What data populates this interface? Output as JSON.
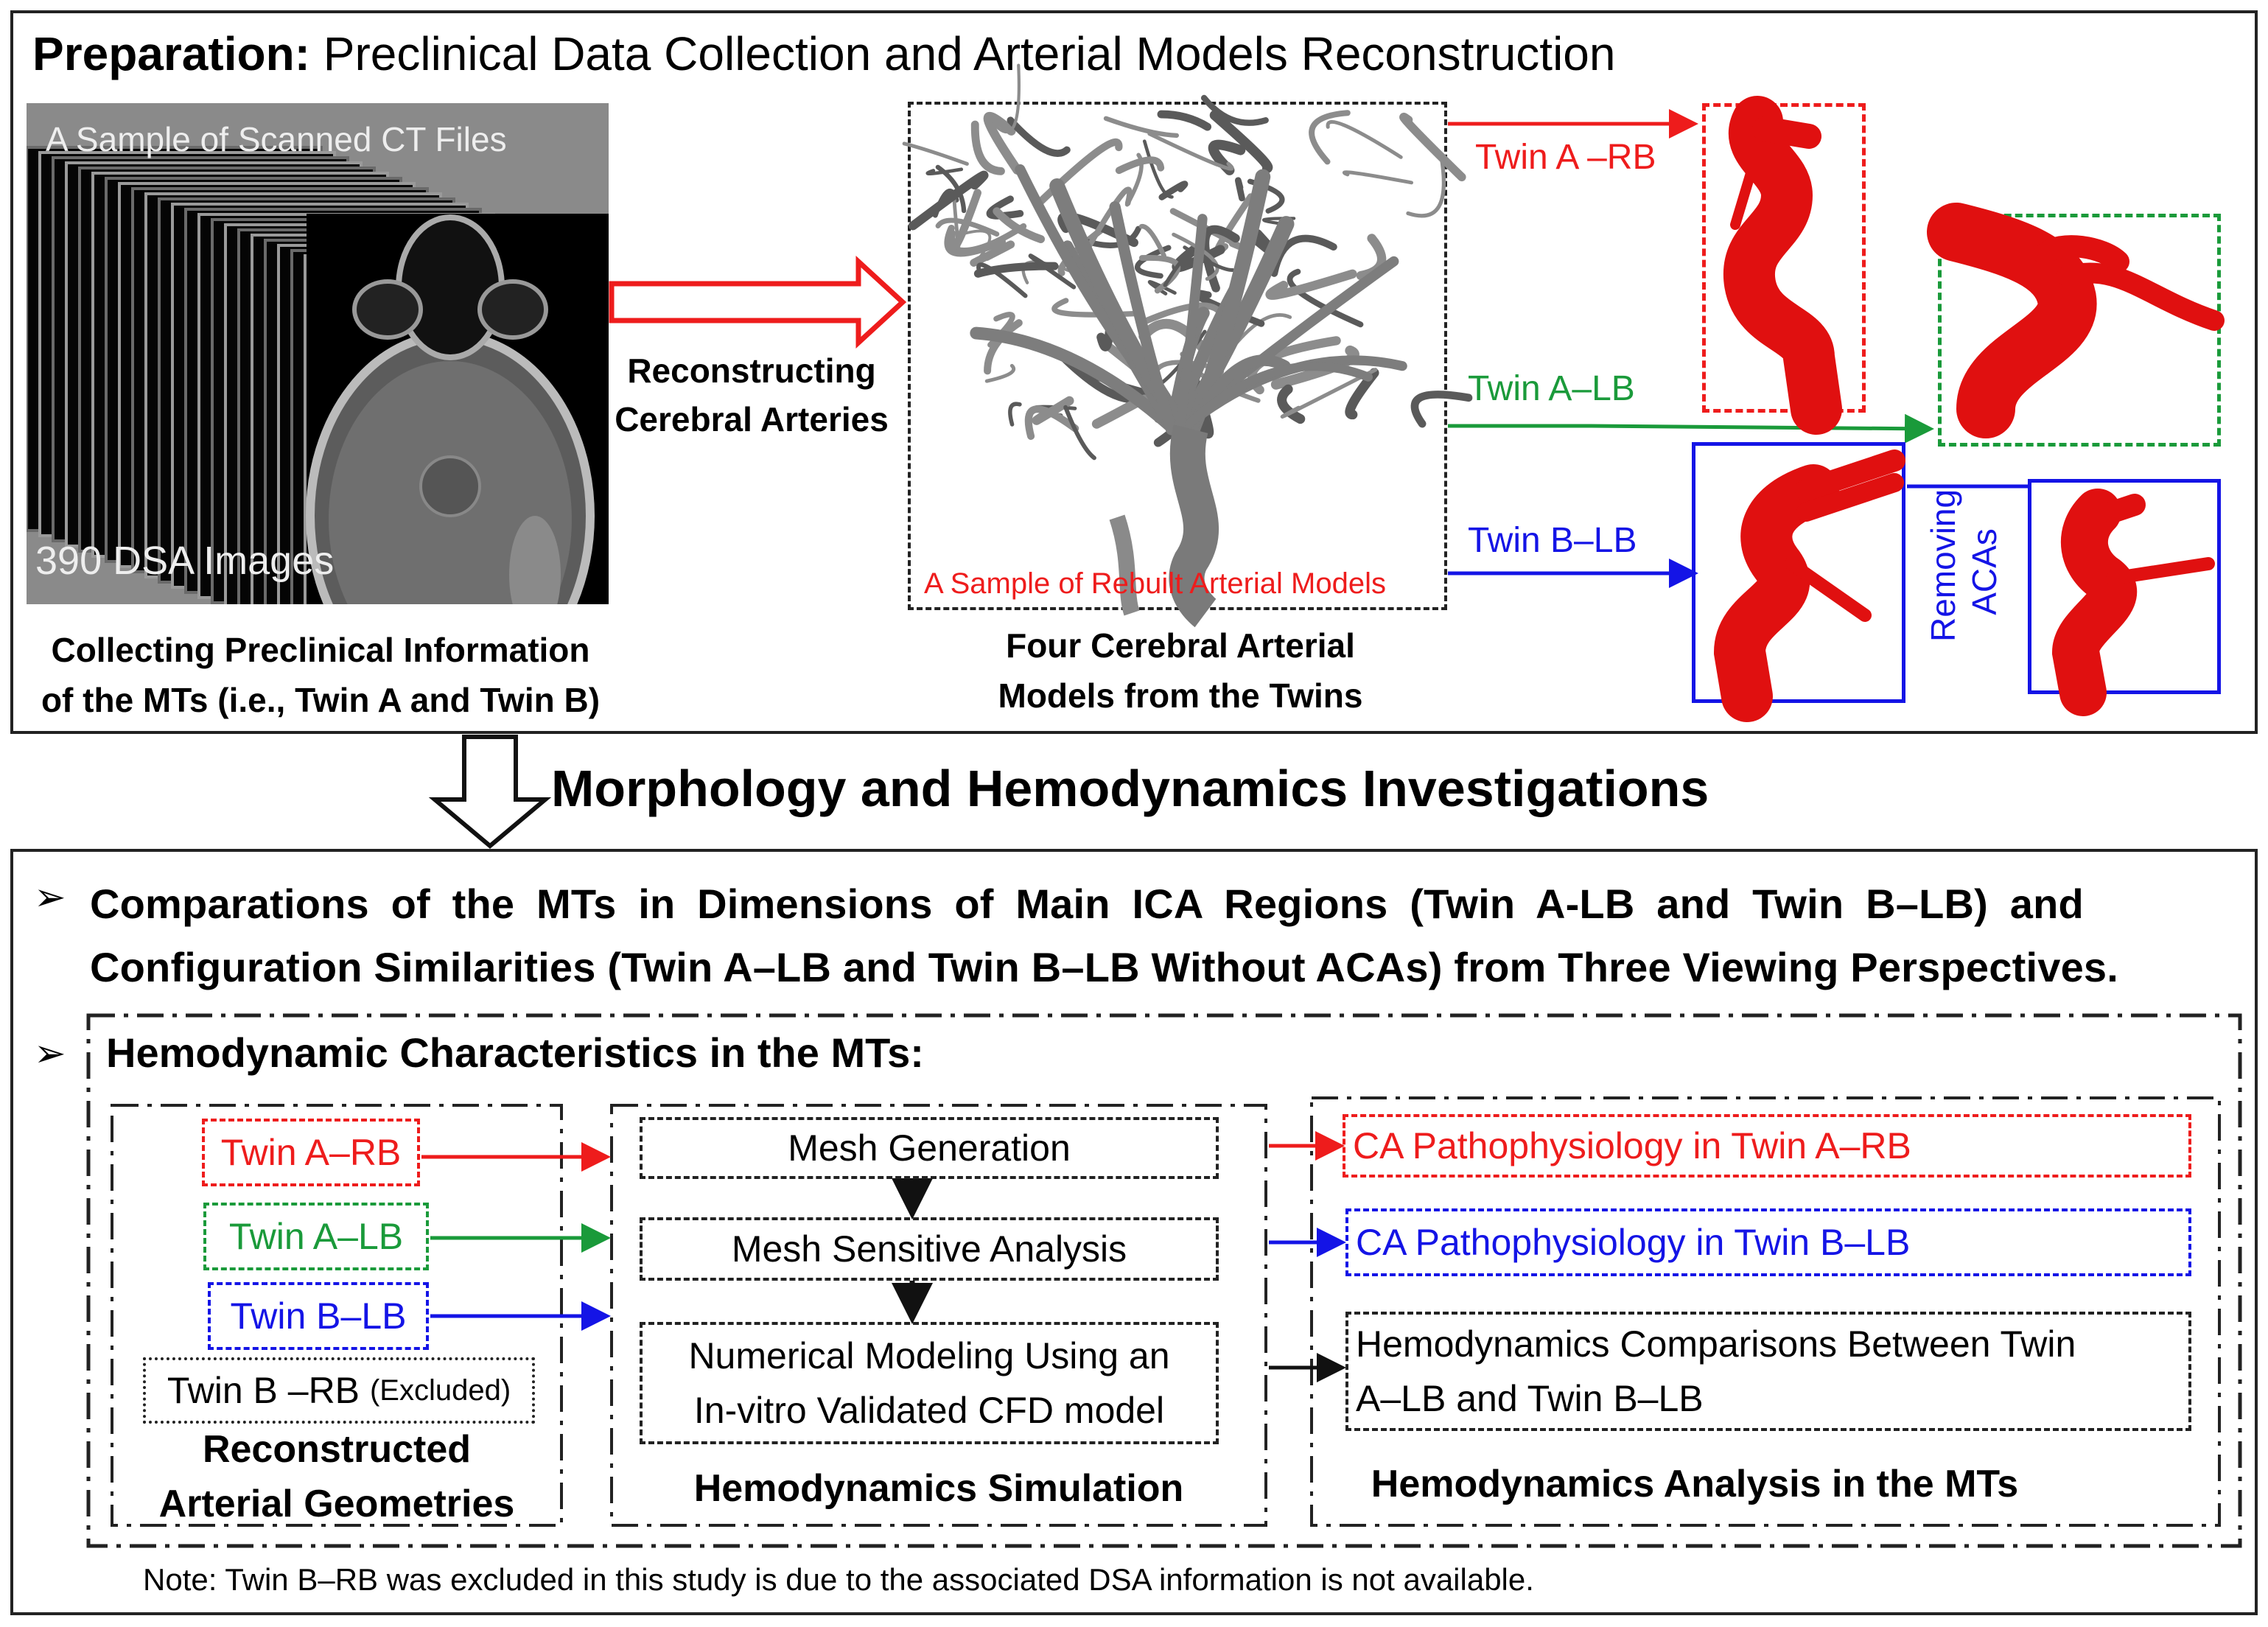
{
  "prep": {
    "title_bold": "Preparation:",
    "title_rest": " Preclinical Data Collection and Arterial Models Reconstruction",
    "ct_sample_label": "A Sample of Scanned CT Files",
    "dsa_count_label": "390 DSA Images",
    "collect_caption_1": "Collecting Preclinical Information",
    "collect_caption_2": "of the MTs (i.e., Twin A and Twin B)",
    "reconstruct_label_1": "Reconstructing",
    "reconstruct_label_2": "Cerebral Arteries",
    "rebuilt_sample_label": "A Sample of Rebuilt Arterial Models",
    "models_caption_1": "Four Cerebral Arterial",
    "models_caption_2": "Models from the Twins",
    "twin_a_rb": "Twin A –RB",
    "twin_a_lb": "Twin A–LB",
    "twin_b_lb": "Twin B–LB",
    "removing_acas_1": "Removing",
    "removing_acas_2": "ACAs"
  },
  "middle": {
    "title": "Morphology and Hemodynamics Investigations"
  },
  "investigations": {
    "bullet_1_line_1": "Comparations of the MTs in Dimensions of Main ICA Regions (Twin A-LB and Twin B–LB) and",
    "bullet_1_line_2": "Configuration Similarities (Twin A–LB and Twin B–LB Without ACAs) from Three Viewing Perspectives.",
    "bullet_2": "Hemodynamic Characteristics in the MTs:",
    "geometries": {
      "twin_a_rb": "Twin A–RB",
      "twin_a_lb": "Twin A–LB",
      "twin_b_lb": "Twin B–LB",
      "twin_b_rb": "Twin B –RB",
      "excluded": "(Excluded)",
      "caption_1": "Reconstructed",
      "caption_2": "Arterial Geometries"
    },
    "simulation": {
      "step_1": "Mesh Generation",
      "step_2": "Mesh Sensitive Analysis",
      "step_3_line_1": "Numerical Modeling Using an",
      "step_3_line_2": "In-vitro Validated CFD model",
      "caption": "Hemodynamics Simulation"
    },
    "analysis": {
      "result_1": "CA Pathophysiology in Twin A–RB",
      "result_2": "CA Pathophysiology in Twin B–LB",
      "result_3_line_1": "Hemodynamics Comparisons Between Twin",
      "result_3_line_2": "A–LB and Twin B–LB",
      "caption": "Hemodynamics Analysis in the MTs"
    },
    "note": "Note: Twin B–RB was excluded in this study is due to the associated DSA information is not available."
  },
  "colors": {
    "red": "#ee1c1c",
    "green": "#1a9a3a",
    "blue": "#1414e6",
    "artery": "#e01010"
  }
}
